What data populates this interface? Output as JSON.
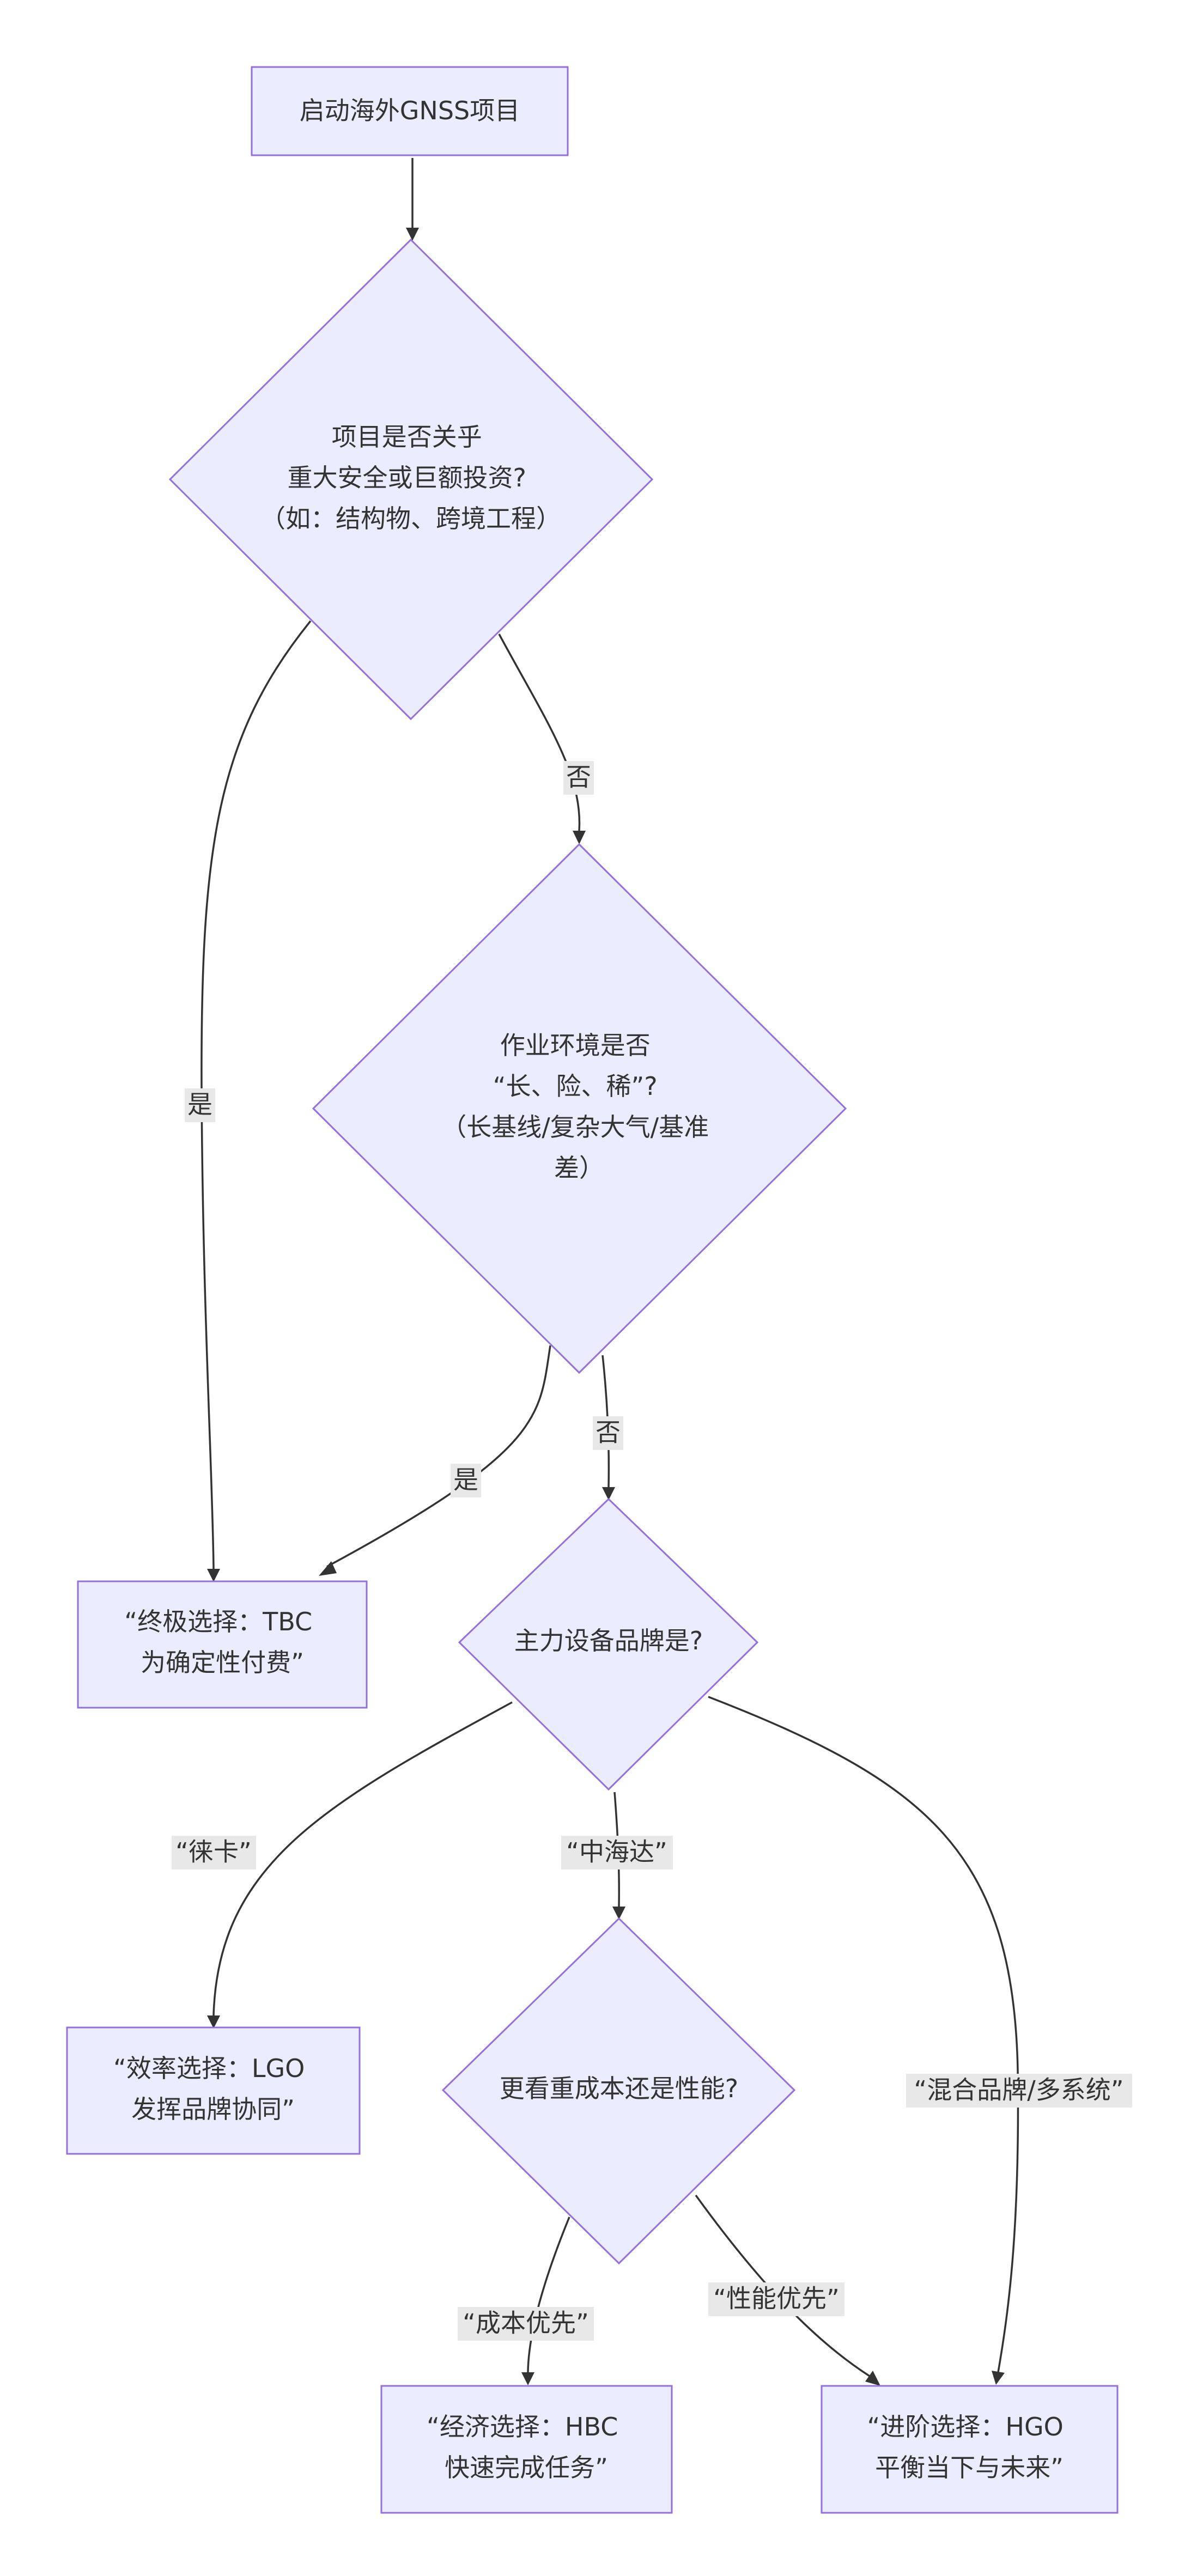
{
  "nodes": {
    "start": {
      "lines": [
        "启动海外GNSS项目"
      ]
    },
    "q_safety": {
      "lines": [
        "项目是否关乎",
        "重大安全或巨额投资?",
        "（如：结构物、跨境工程）"
      ]
    },
    "q_env": {
      "lines": [
        "作业环境是否",
        "“长、险、稀”?",
        "（长基线/复杂大气/基准",
        "差）"
      ]
    },
    "r_tbc": {
      "lines": [
        "“终极选择：TBC",
        "为确定性付费”"
      ]
    },
    "q_brand": {
      "lines": [
        "主力设备品牌是?"
      ]
    },
    "r_lgo": {
      "lines": [
        "“效率选择：LGO",
        "发挥品牌协同”"
      ]
    },
    "q_cost": {
      "lines": [
        "更看重成本还是性能?"
      ]
    },
    "r_hbc": {
      "lines": [
        "“经济选择：HBC",
        "快速完成任务”"
      ]
    },
    "r_hgo": {
      "lines": [
        "“进阶选择：HGO",
        "平衡当下与未来”"
      ]
    }
  },
  "edge_labels": {
    "safety_no": "否",
    "safety_yes": "是",
    "env_no": "否",
    "env_yes": "是",
    "brand_leica": "“徕卡”",
    "brand_hi_target": "“中海达”",
    "brand_mixed": "“混合品牌/多系统”",
    "cost_first": "“成本优先”",
    "perf_first": "“性能优先”"
  },
  "colors": {
    "node_fill": "#ECECFF",
    "node_stroke": "#9370DB",
    "edge": "#333333",
    "label_bg": "#E8E8E8"
  }
}
